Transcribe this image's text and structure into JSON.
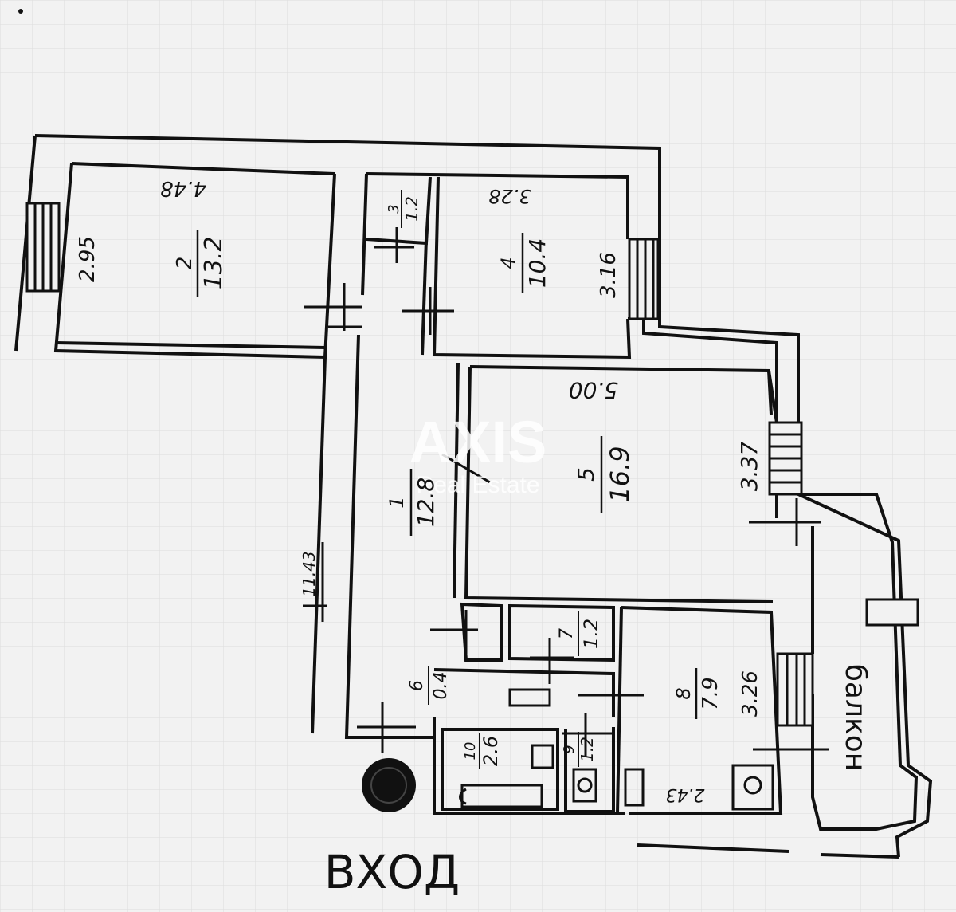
{
  "rooms": {
    "r1": {
      "number": "1",
      "area": "12.8"
    },
    "r2": {
      "number": "2",
      "area": "13.2",
      "width": "2.95",
      "length": "4.48"
    },
    "r3": {
      "number": "3",
      "area": "1.2"
    },
    "r4": {
      "number": "4",
      "area": "10.4",
      "width": "3.16",
      "length": "3.28"
    },
    "r5": {
      "number": "5",
      "area": "16.9",
      "width": "3.37",
      "length": "5.00"
    },
    "r6": {
      "number": "6",
      "area": "0.4"
    },
    "r7": {
      "number": "7",
      "area": "1.2"
    },
    "r8": {
      "number": "8",
      "area": "7.9",
      "width": "3.26",
      "length": "2.43"
    },
    "r9": {
      "number": "9",
      "area": "1.2"
    },
    "r10": {
      "number": "10",
      "area": "2.6"
    }
  },
  "corridor_dimension": "11.43",
  "balcony_label": "балкон",
  "entrance_label": "ВХОД",
  "watermark": {
    "brand": "AXIS",
    "tagline": "Real Estate"
  }
}
